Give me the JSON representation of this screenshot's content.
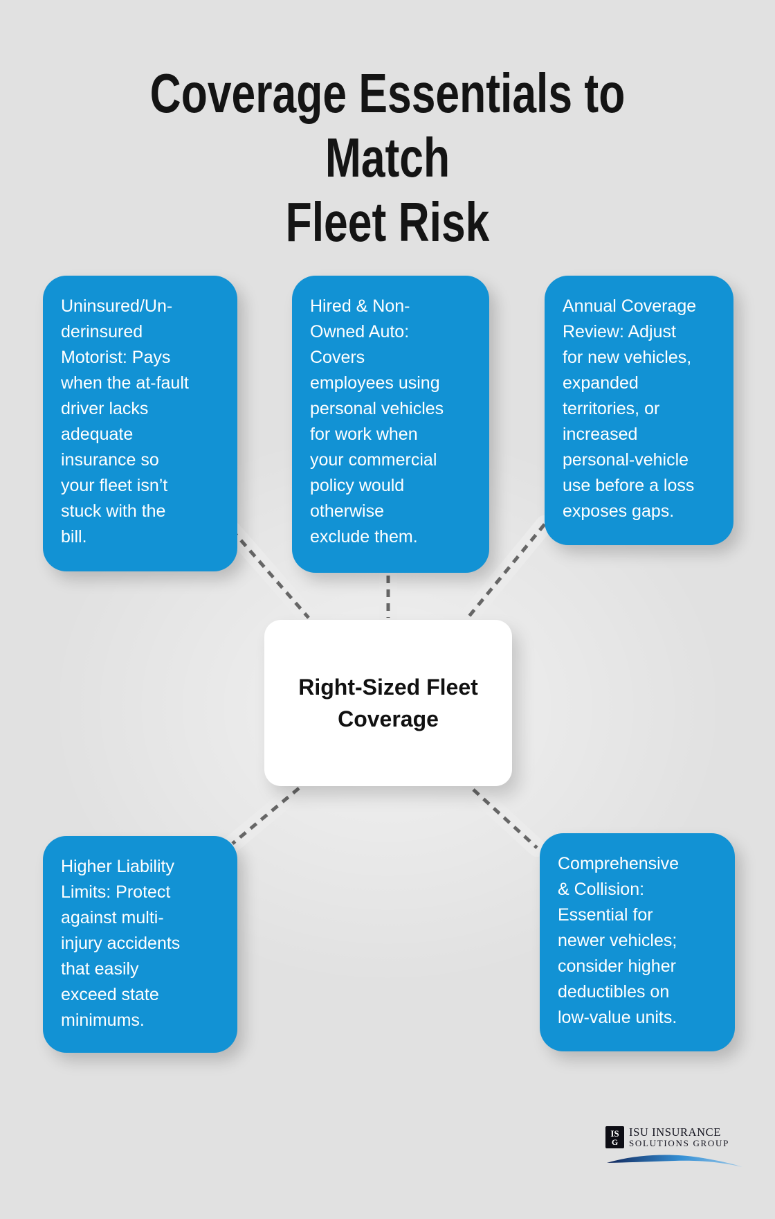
{
  "title": "Coverage Essentials to Match\nFleet Risk",
  "center_node": {
    "label": "Right-Sized Fleet\nCoverage"
  },
  "cards": [
    {
      "name": "uninsured-underinsured-motorist",
      "text": "Uninsured/Un-\nderinsured\nMotorist: Pays\nwhen the at-fault\ndriver lacks\nadequate\ninsurance so\nyour fleet isn’t\nstuck with the\nbill."
    },
    {
      "name": "hired-non-owned-auto",
      "text": "Hired & Non-\nOwned Auto:\nCovers\nemployees using\npersonal vehicles\nfor work when\nyour commercial\npolicy would\notherwise\nexclude them."
    },
    {
      "name": "annual-coverage-review",
      "text": "Annual Coverage\nReview: Adjust\nfor new vehicles,\nexpanded\nterritories, or\nincreased\npersonal-vehicle\nuse before a loss\nexposes gaps."
    },
    {
      "name": "higher-liability-limits",
      "text": "Higher Liability\nLimits: Protect\nagainst multi-\ninjury accidents\nthat easily\nexceed state\nminimums."
    },
    {
      "name": "comprehensive-collision",
      "text": "Comprehensive\n& Collision:\nEssential for\nnewer vehicles;\nconsider higher\ndeductibles on\nlow-value units."
    }
  ],
  "logo": {
    "monogram_top": "IS",
    "monogram_bottom": "G",
    "line1": "ISU INSURANCE",
    "line2": "SOLUTIONS GROUP"
  },
  "colors": {
    "card_blue": "#1292d4",
    "background": "#e1e1e1",
    "connector_gray": "#666666",
    "title_text": "#141414",
    "card_text": "#ffffff",
    "center_bg": "#ffffff",
    "center_text": "#111111",
    "logo_text": "#14141f",
    "logo_swoosh_dark": "#12265a",
    "logo_swoosh_light": "#3590d5"
  }
}
